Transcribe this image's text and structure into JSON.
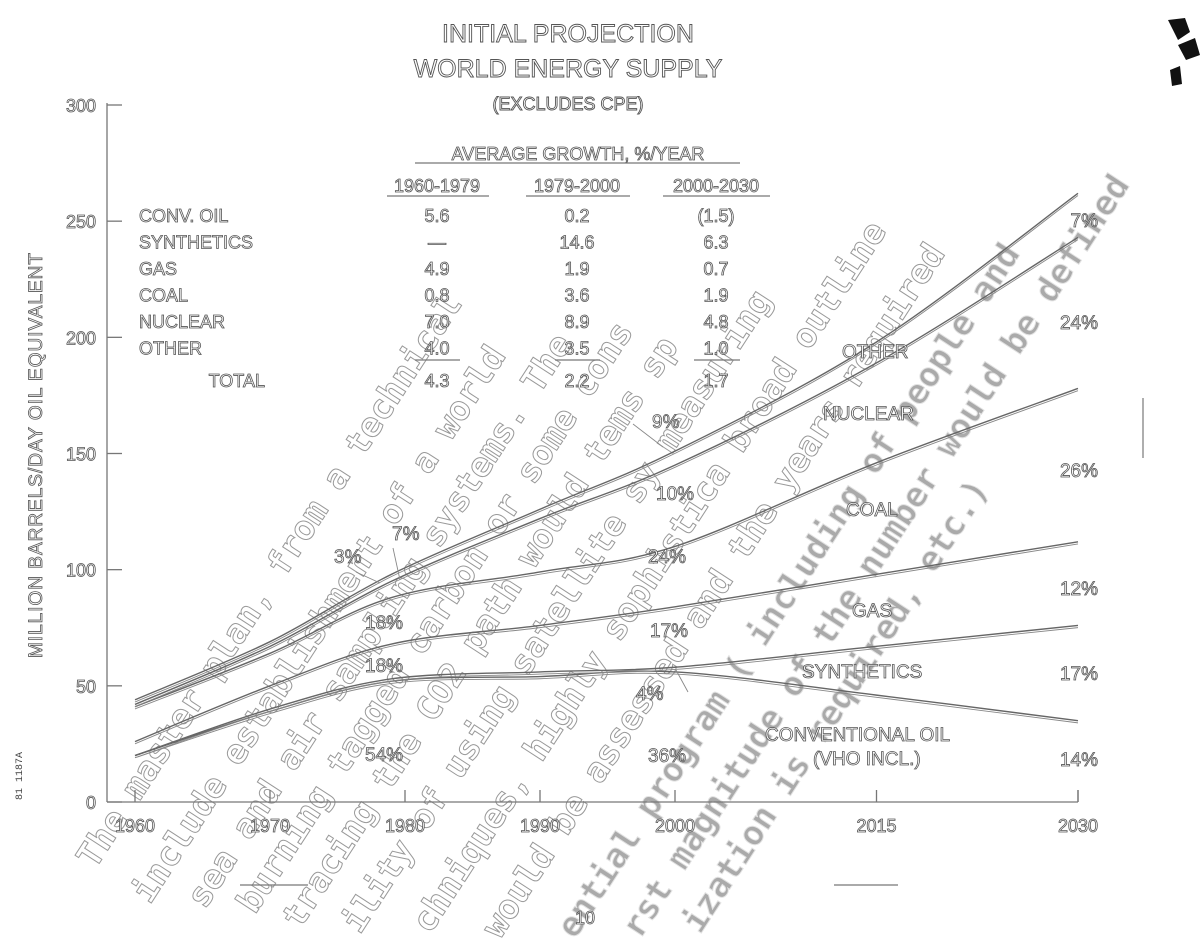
{
  "chart_data": {
    "type": "line",
    "title": "INITIAL PROJECTION",
    "subtitle": "WORLD ENERGY SUPPLY",
    "note": "(EXCLUDES CPE)",
    "ylabel": "MILLION BARRELS/DAY OIL EQUIVALENT",
    "xlabel": "",
    "ylim": [
      0,
      300
    ],
    "x_ticks": [
      "1960",
      "1970",
      "1980",
      "1990",
      "2000",
      "2015",
      "2030"
    ],
    "y_ticks": [
      "0",
      "50",
      "100",
      "150",
      "200",
      "250",
      "300"
    ],
    "x": [
      1960,
      1970,
      1979,
      1990,
      2000,
      2015,
      2030
    ],
    "series": [
      {
        "name": "CONVENTIONAL OIL (VHO INCL.)",
        "values": [
          20,
          39,
          52,
          54,
          56,
          46,
          35
        ]
      },
      {
        "name": "SYNTHETICS",
        "values": [
          20,
          40,
          53,
          56,
          58,
          67,
          76
        ]
      },
      {
        "name": "GAS",
        "values": [
          26,
          50,
          68,
          76,
          84,
          98,
          112
        ]
      },
      {
        "name": "COAL",
        "values": [
          41,
          64,
          88,
          99,
          110,
          146,
          178
        ]
      },
      {
        "name": "NUCLEAR",
        "values": [
          42,
          67,
          95,
          122,
          145,
          189,
          243
        ]
      },
      {
        "name": "OTHER",
        "values": [
          44,
          69,
          98,
          126,
          151,
          198,
          262
        ]
      }
    ],
    "growth_table": {
      "header": "AVERAGE GROWTH, %/YEAR",
      "periods": [
        "1960-1979",
        "1979-2000",
        "2000-2030"
      ],
      "rows": [
        {
          "label": "CONV. OIL",
          "values": [
            "5.6",
            "0.2",
            "(1.5)"
          ]
        },
        {
          "label": "SYNTHETICS",
          "values": [
            "—",
            "14.6",
            "6.3"
          ]
        },
        {
          "label": "GAS",
          "values": [
            "4.9",
            "1.9",
            "0.7"
          ]
        },
        {
          "label": "COAL",
          "values": [
            "0.8",
            "3.6",
            "1.9"
          ]
        },
        {
          "label": "NUCLEAR",
          "values": [
            "7.0",
            "8.9",
            "4.8"
          ]
        },
        {
          "label": "OTHER",
          "values": [
            "4.0",
            "3.5",
            "1.0"
          ]
        }
      ],
      "total": {
        "label": "TOTAL",
        "values": [
          "4.3",
          "2.2",
          "1.7"
        ]
      }
    },
    "series_labels": {
      "other": "OTHER",
      "nuclear": "NUCLEAR",
      "coal": "COAL",
      "gas": "GAS",
      "synthetics": "SYNTHETICS",
      "conv_oil_1": "CONVENTIONAL OIL",
      "conv_oil_2": "(VHO INCL.)"
    },
    "share_labels": {
      "y1979": [
        "7%",
        "3%",
        "18%",
        "18%",
        "54%"
      ],
      "y2000": [
        "9%",
        "10%",
        "24%",
        "17%",
        "4%",
        "36%"
      ],
      "y2030": [
        "7%",
        "24%",
        "26%",
        "12%",
        "17%",
        "14%"
      ]
    }
  },
  "watermark": {
    "lines": [
      "The master plan, from a technical",
      "include establishment of a world",
      "sea and air sampling systems. The",
      "burning tagged carbon or some cons",
      "tracing the CO2 path would tems sp",
      "ility of using satellite sy measuring",
      "chniques, highly sophistica broad outline",
      "would be assessed and the years required",
      "ential program ( including of people and",
      "rst magnitude of the number would be defined",
      "ization is required, etc.)"
    ]
  },
  "margin_mark": "81 1187A",
  "page_number": "10"
}
